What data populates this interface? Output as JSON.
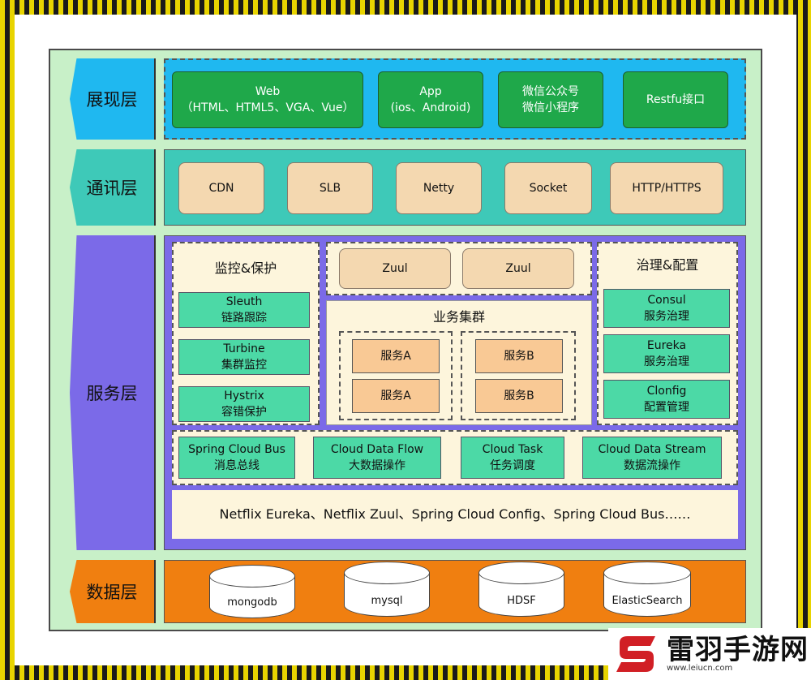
{
  "layers": {
    "presentation": {
      "label": "展现层",
      "items": [
        {
          "line1": "Web",
          "line2": "（HTML、HTML5、VGA、Vue）"
        },
        {
          "line1": "App",
          "line2": "(ios、Android)"
        },
        {
          "line1": "微信公众号",
          "line2": "微信小程序"
        },
        {
          "line1": "Restfu接口",
          "line2": ""
        }
      ]
    },
    "communication": {
      "label": "通讯层",
      "items": [
        "CDN",
        "SLB",
        "Netty",
        "Socket",
        "HTTP/HTTPS"
      ]
    },
    "service": {
      "label": "服务层",
      "monitor": {
        "title": "监控&保护",
        "items": [
          {
            "line1": "Sleuth",
            "line2": "链路跟踪"
          },
          {
            "line1": "Turbine",
            "line2": "集群监控"
          },
          {
            "line1": "Hystrix",
            "line2": "容错保护"
          }
        ]
      },
      "gateway": {
        "items": [
          "Zuul",
          "Zuul"
        ]
      },
      "cluster": {
        "title": "业务集群",
        "groupA": [
          "服务A",
          "服务A"
        ],
        "groupB": [
          "服务B",
          "服务B"
        ]
      },
      "governance": {
        "title": "治理&配置",
        "items": [
          {
            "line1": "Consul",
            "line2": "服务治理"
          },
          {
            "line1": "Eureka",
            "line2": "服务治理"
          },
          {
            "line1": "Clonfig",
            "line2": "配置管理"
          }
        ]
      },
      "tools": [
        {
          "line1": "Spring Cloud Bus",
          "line2": "消息总线"
        },
        {
          "line1": "Cloud Data Flow",
          "line2": "大数据操作"
        },
        {
          "line1": "Cloud Task",
          "line2": "任务调度"
        },
        {
          "line1": "Cloud Data Stream",
          "line2": "数据流操作"
        }
      ],
      "footer": "Netflix Eureka、Netflix Zuul、Spring Cloud Config、Spring Cloud Bus……"
    },
    "data": {
      "label": "数据层",
      "items": [
        "mongodb",
        "mysql",
        "HDSF",
        "ElasticSearch"
      ]
    }
  },
  "watermark": {
    "text": "雷羽手游网",
    "url": "www.leiucn.com"
  },
  "colors": {
    "presentation_bg": "#1fb8f0",
    "communication_bg": "#3ec9b8",
    "service_bg": "#7b6ae8",
    "data_bg": "#f07f10",
    "outer_bg": "#c8f0c8"
  }
}
